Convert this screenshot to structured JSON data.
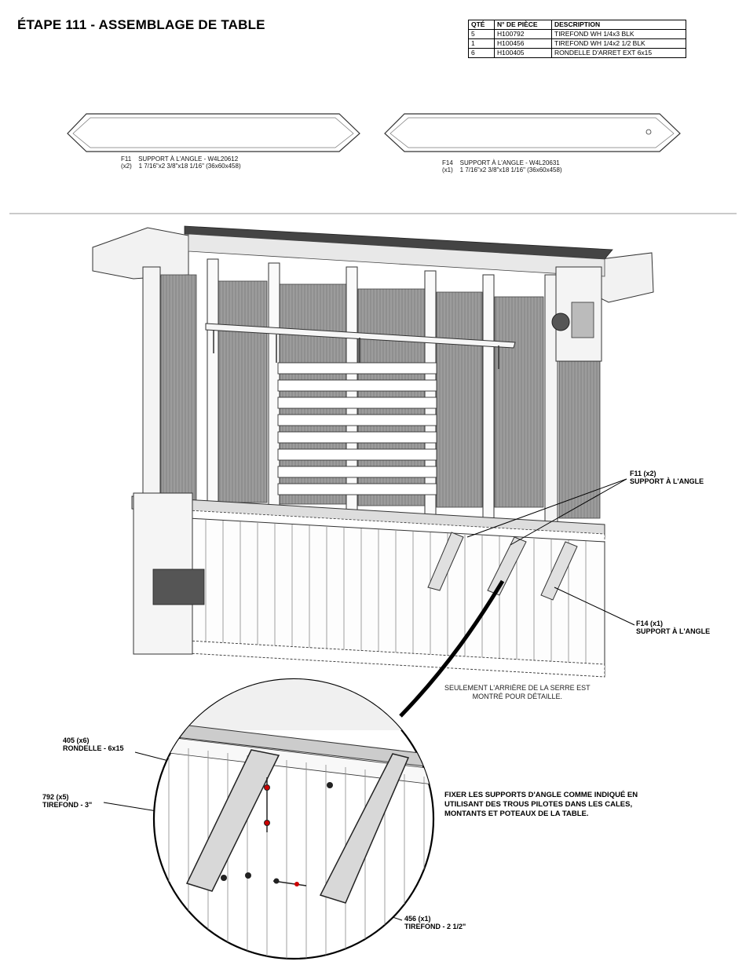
{
  "header": {
    "title": "ÉTAPE 111 - ASSEMBLAGE DE TABLE"
  },
  "parts_table": {
    "headers": [
      "QTÉ",
      "N° DE PIÈCE",
      "DESCRIPTION"
    ],
    "rows": [
      [
        "5",
        "H100792",
        "TIREFOND WH 1/4x3 BLK"
      ],
      [
        "1",
        "H100456",
        "TIREFOND WH 1/4x2 1/2 BLK"
      ],
      [
        "6",
        "H100405",
        "RONDELLE D'ARRET EXT 6x15"
      ]
    ]
  },
  "parts": {
    "f11": {
      "line1": "F11    SUPPORT À L'ANGLE - W4L20612",
      "line2": "(x2)    1 7/16\"x2 3/8\"x18 1/16\" (36x60x458)"
    },
    "f14": {
      "line1": "F14    SUPPORT À L'ANGLE - W4L20631",
      "line2": "(x1)    1 7/16\"x2 3/8\"x18 1/16\" (36x60x458)"
    }
  },
  "callouts": {
    "f11": "F11 (x2)\nSUPPORT À L'ANGLE",
    "f14": "F14 (x1)\nSUPPORT À L'ANGLE",
    "washer": "405 (x6)\nRONDELLE - 6x15",
    "screw3": "792 (x5)\nTIREFOND - 3\"",
    "screw25": "456 (x1)\nTIREFOND - 2 1/2\""
  },
  "notes": {
    "rear_only": "SEULEMENT L'ARRIÈRE DE LA SERRE EST\nMONTRÉ POUR DÉTAILLE.",
    "instruction": "FIXER LES SUPPORTS D'ANGLE COMME INDIQUÉ EN\nUTILISANT DES TROUS PILOTES DANS LES CALES,\nMONTANTS ET POTEAUX DE LA TABLE."
  }
}
